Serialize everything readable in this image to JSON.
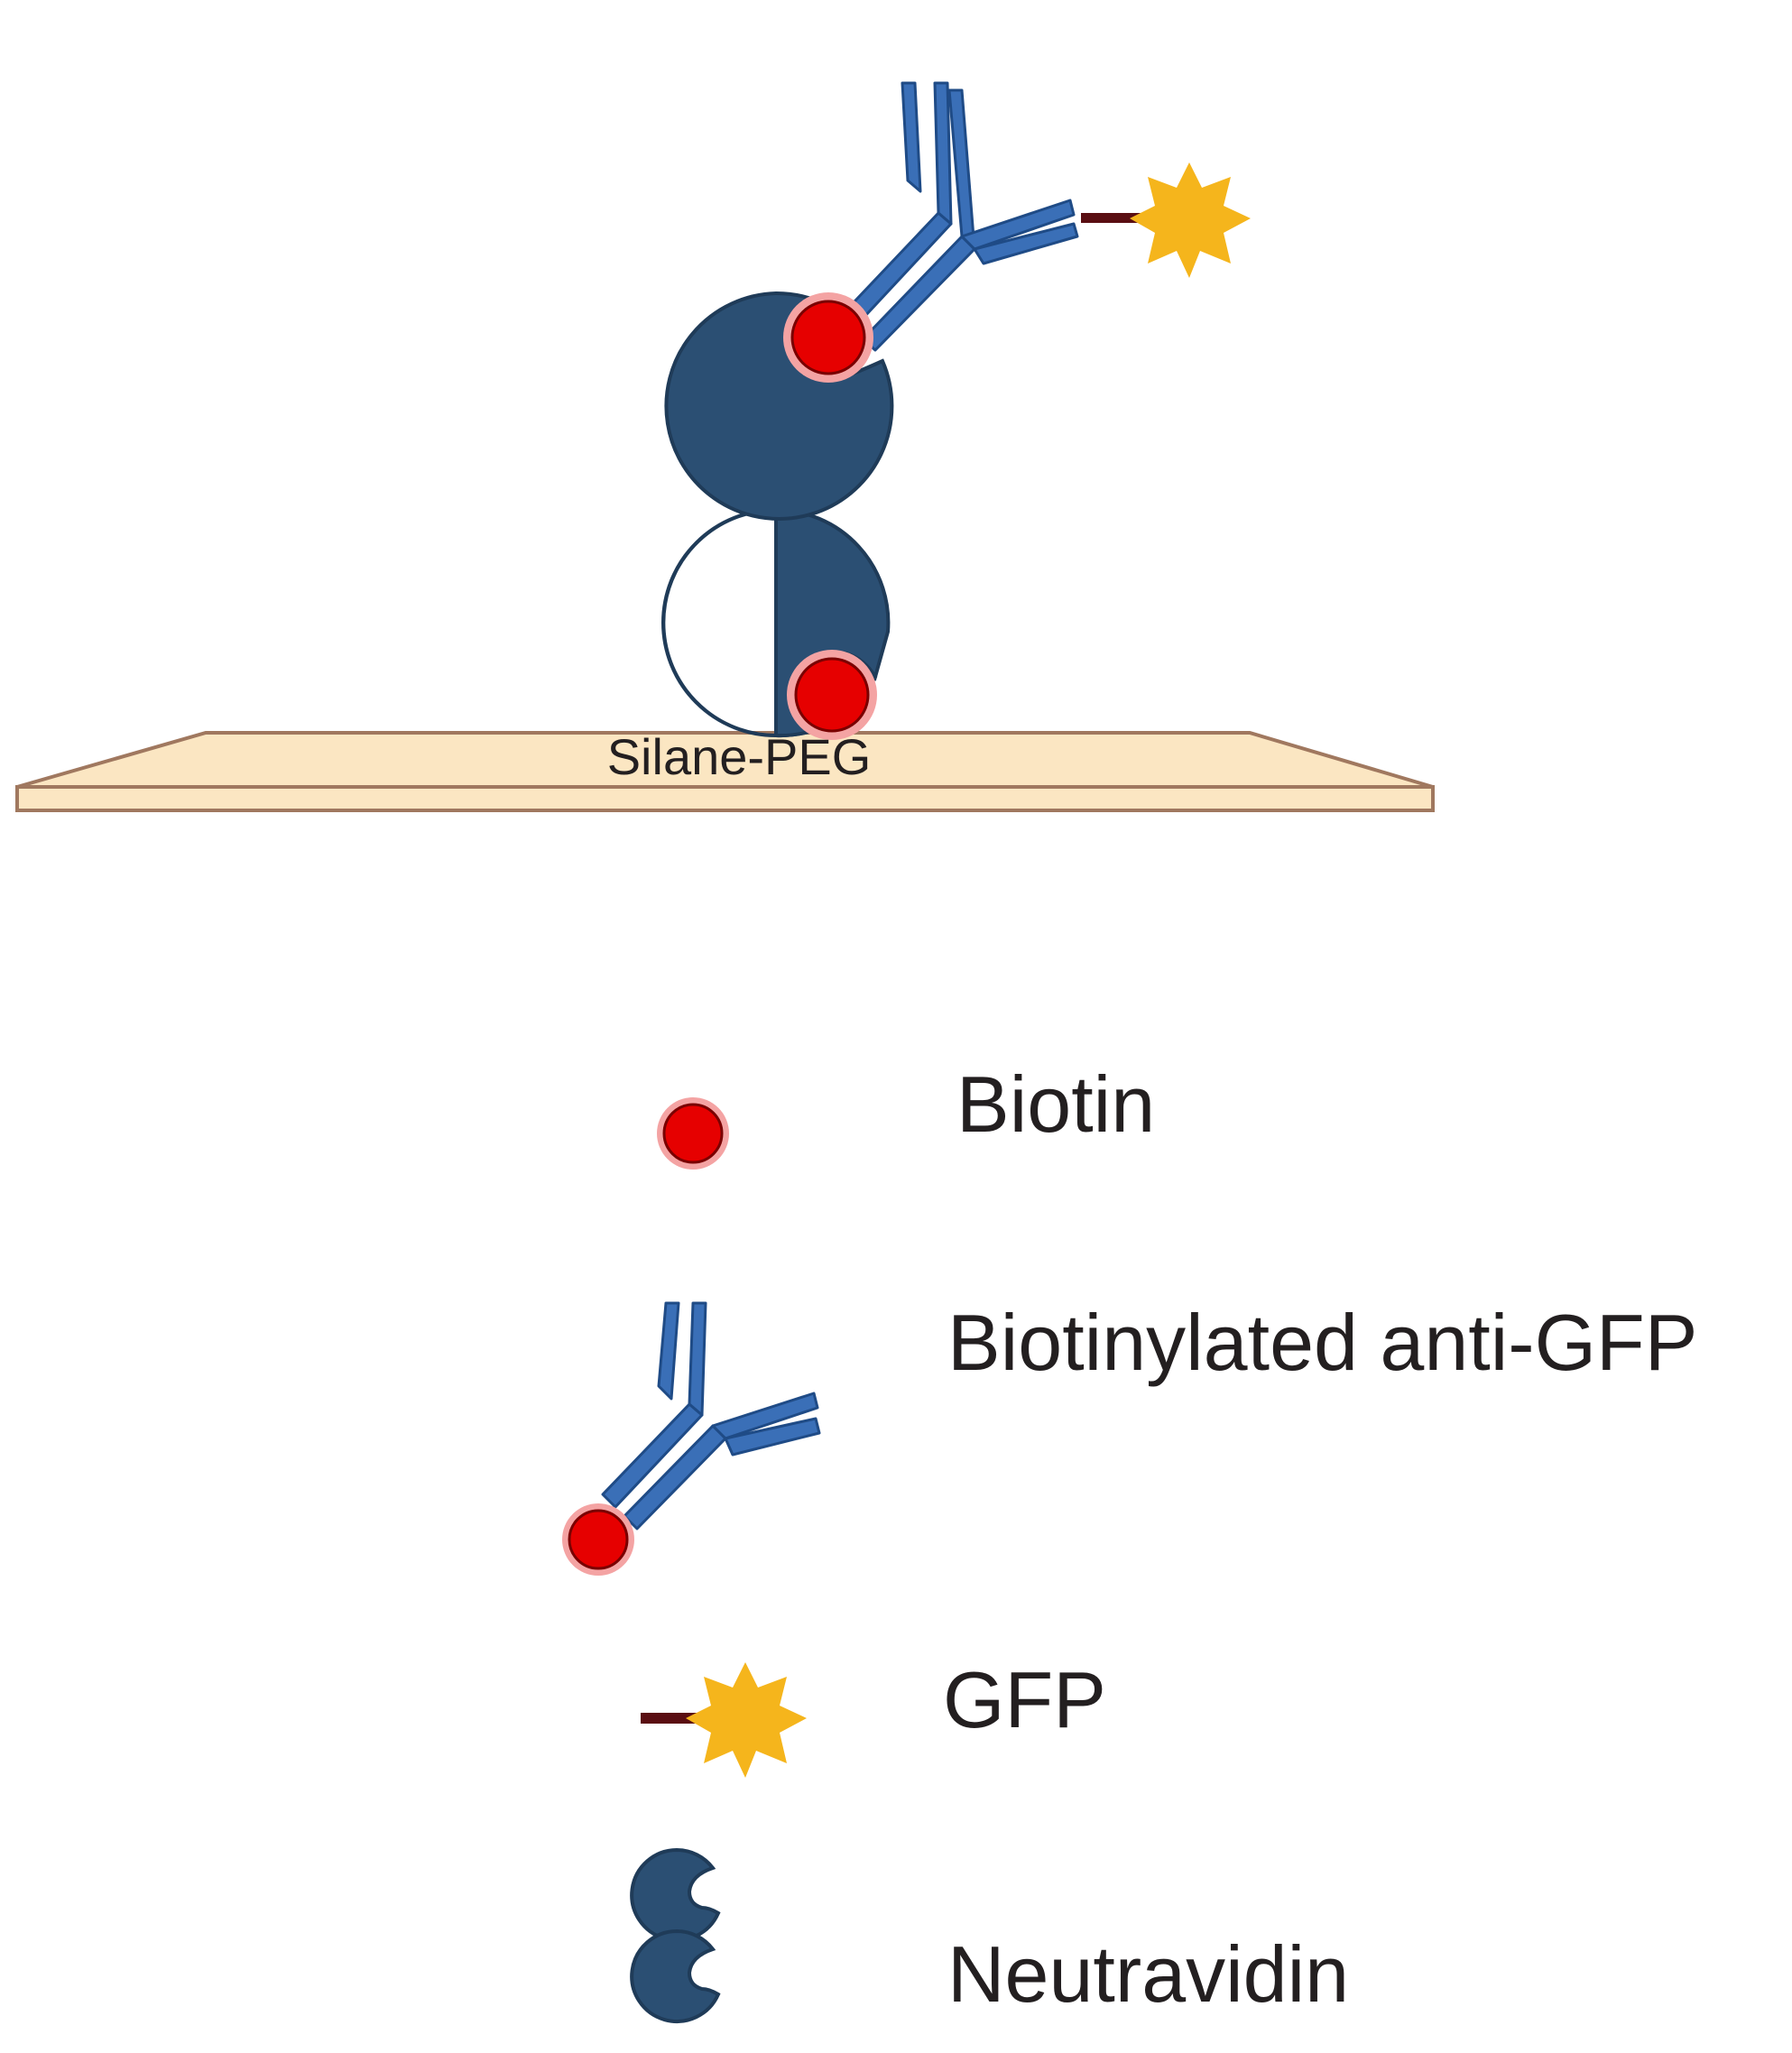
{
  "colors": {
    "background": "#ffffff",
    "slide_fill": "#fbe6c2",
    "slide_edge": "#a0785f",
    "neutravidin": "#2b4f73",
    "neutravidin_edge": "#1f3b58",
    "biotin": "#e60000",
    "biotin_halo": "#f4a3a3",
    "antibody": "#3a6fb7",
    "antibody_edge": "#1f4b86",
    "gfp_star": "#f5b51c",
    "gfp_linker": "#5a0e12",
    "text": "#231f20"
  },
  "surface": {
    "label": "Silane-PEG"
  },
  "legend": [
    {
      "icon": "biotin-icon",
      "label": "Biotin"
    },
    {
      "icon": "antibody-icon",
      "label": "Biotinylated anti-GFP"
    },
    {
      "icon": "gfp-icon",
      "label": "GFP"
    },
    {
      "icon": "neutravidin-icon",
      "label": "Neutravidin"
    }
  ]
}
